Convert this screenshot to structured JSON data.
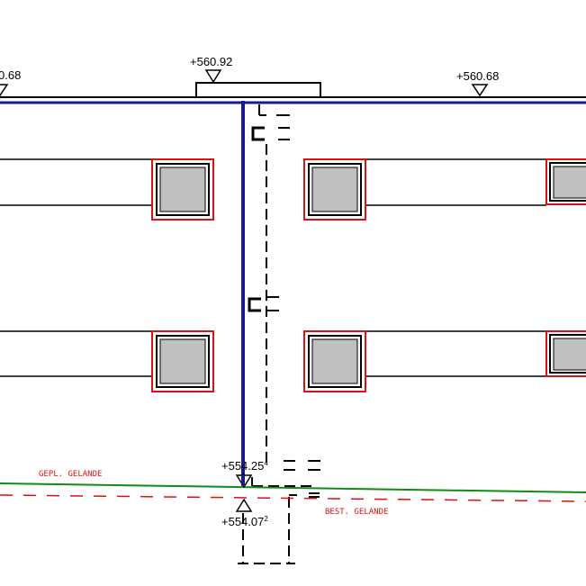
{
  "levels": {
    "left_partial": "0.68",
    "parapet": "+560.92",
    "roof_right": "+560.68",
    "pipe_top": "+554.25",
    "pipe_top_sup": "4",
    "pipe_bottom": "+554.07",
    "pipe_bottom_sup": "2"
  },
  "terrain": {
    "planned": "GEPL. GELANDE",
    "existing": "BEST. GELANDE"
  },
  "colors": {
    "pipe": "#1a1a8c",
    "window_frame": "#e01010",
    "window_glass": "#c0c0c0",
    "planned_ground": "#138a13",
    "existing_ground": "#e01010"
  }
}
